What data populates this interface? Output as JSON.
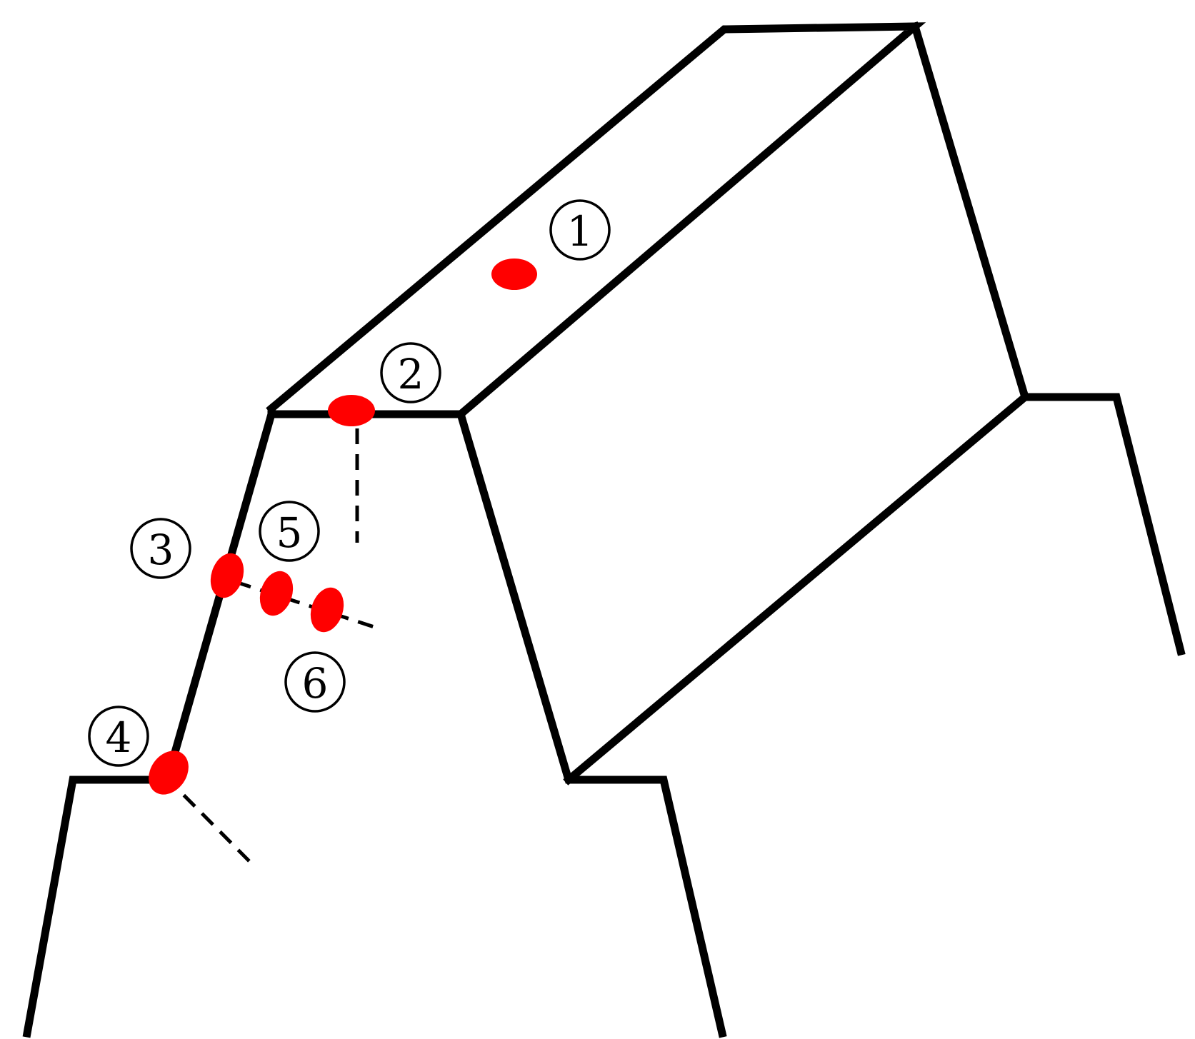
{
  "colors": {
    "outline": "#000000",
    "point": "#ff0000",
    "background": "#ffffff"
  },
  "markers": [
    {
      "id": "1",
      "label": "1"
    },
    {
      "id": "2",
      "label": "2"
    },
    {
      "id": "3",
      "label": "3"
    },
    {
      "id": "4",
      "label": "4"
    },
    {
      "id": "5",
      "label": "5"
    },
    {
      "id": "6",
      "label": "6"
    }
  ]
}
